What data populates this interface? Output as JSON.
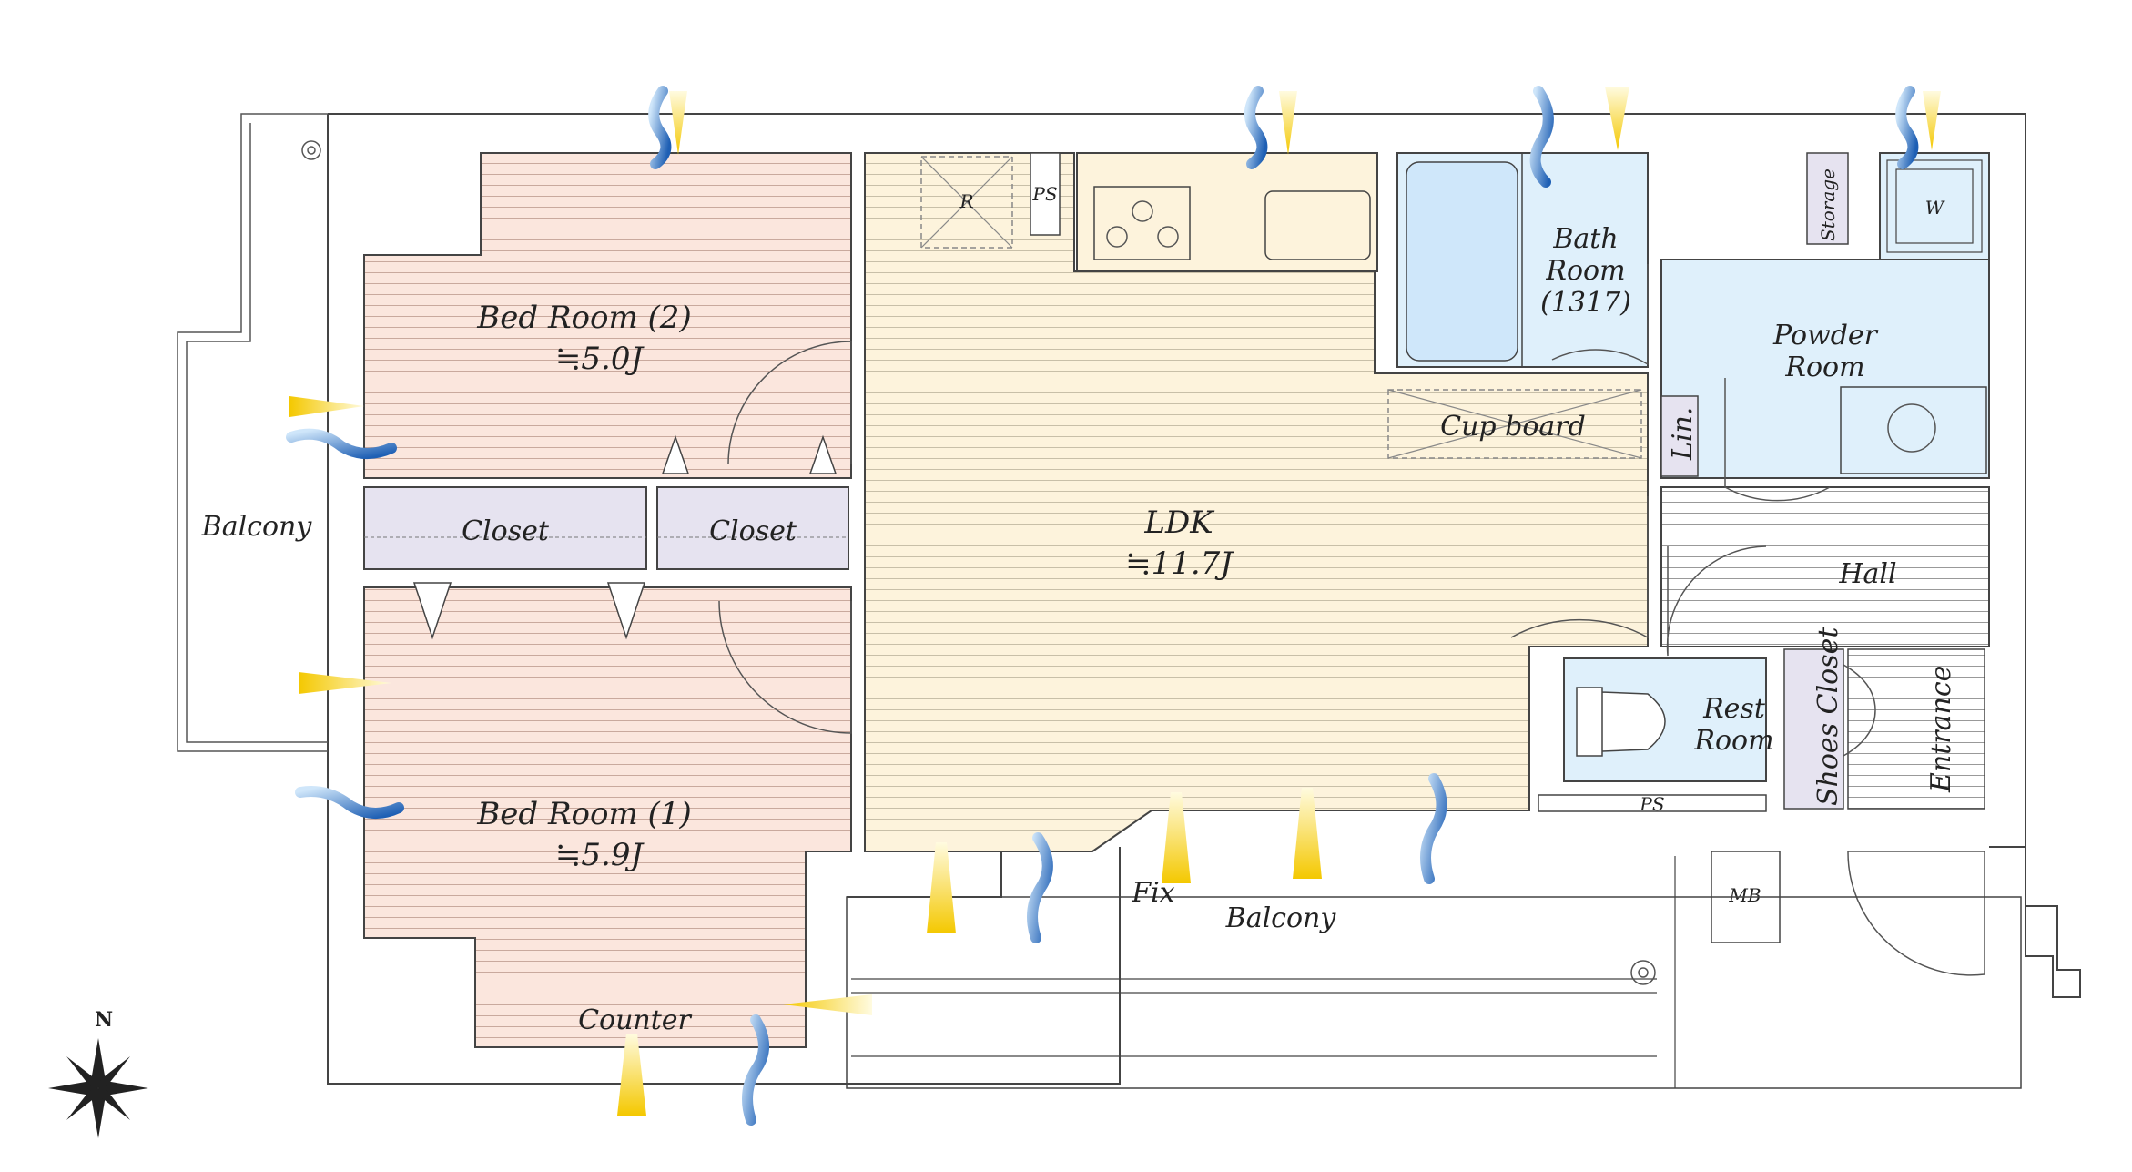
{
  "rooms": {
    "bedroom2": {
      "name": "Bed Room (2)",
      "size": "≒5.0J"
    },
    "bedroom1": {
      "name": "Bed Room (1)",
      "size": "≒5.9J"
    },
    "ldk": {
      "name": "LDK",
      "size": "≒11.7J"
    },
    "bath": {
      "line1": "Bath",
      "line2": "Room",
      "line3": "(1317)"
    },
    "powder": {
      "line1": "Powder",
      "line2": "Room"
    },
    "rest": {
      "line1": "Rest",
      "line2": "Room"
    },
    "hall": "Hall",
    "entrance": "Entrance",
    "shoes_closet": "Shoes Closet",
    "storage": "Storage",
    "linen": "Lin.",
    "closet_left": "Closet",
    "closet_right": "Closet",
    "balcony_west": "Balcony",
    "balcony_south": "Balcony",
    "counter": "Counter",
    "cupboard": "Cup board",
    "fix": "Fix",
    "fridge": "R",
    "ps_kitchen": "PS",
    "ps_rest": "PS",
    "washer": "W",
    "mb": "MB"
  },
  "compass": {
    "label": "N"
  },
  "colors": {
    "bedroom_fill": "#fbe6dd",
    "ldk_fill": "#fdf3dc",
    "wet_fill": "#dff0fb",
    "closet_fill": "#e6e3f0",
    "breeze_blue": "#1e5fb4",
    "light_yellow": "#f6d21a",
    "wall": "#444444"
  }
}
